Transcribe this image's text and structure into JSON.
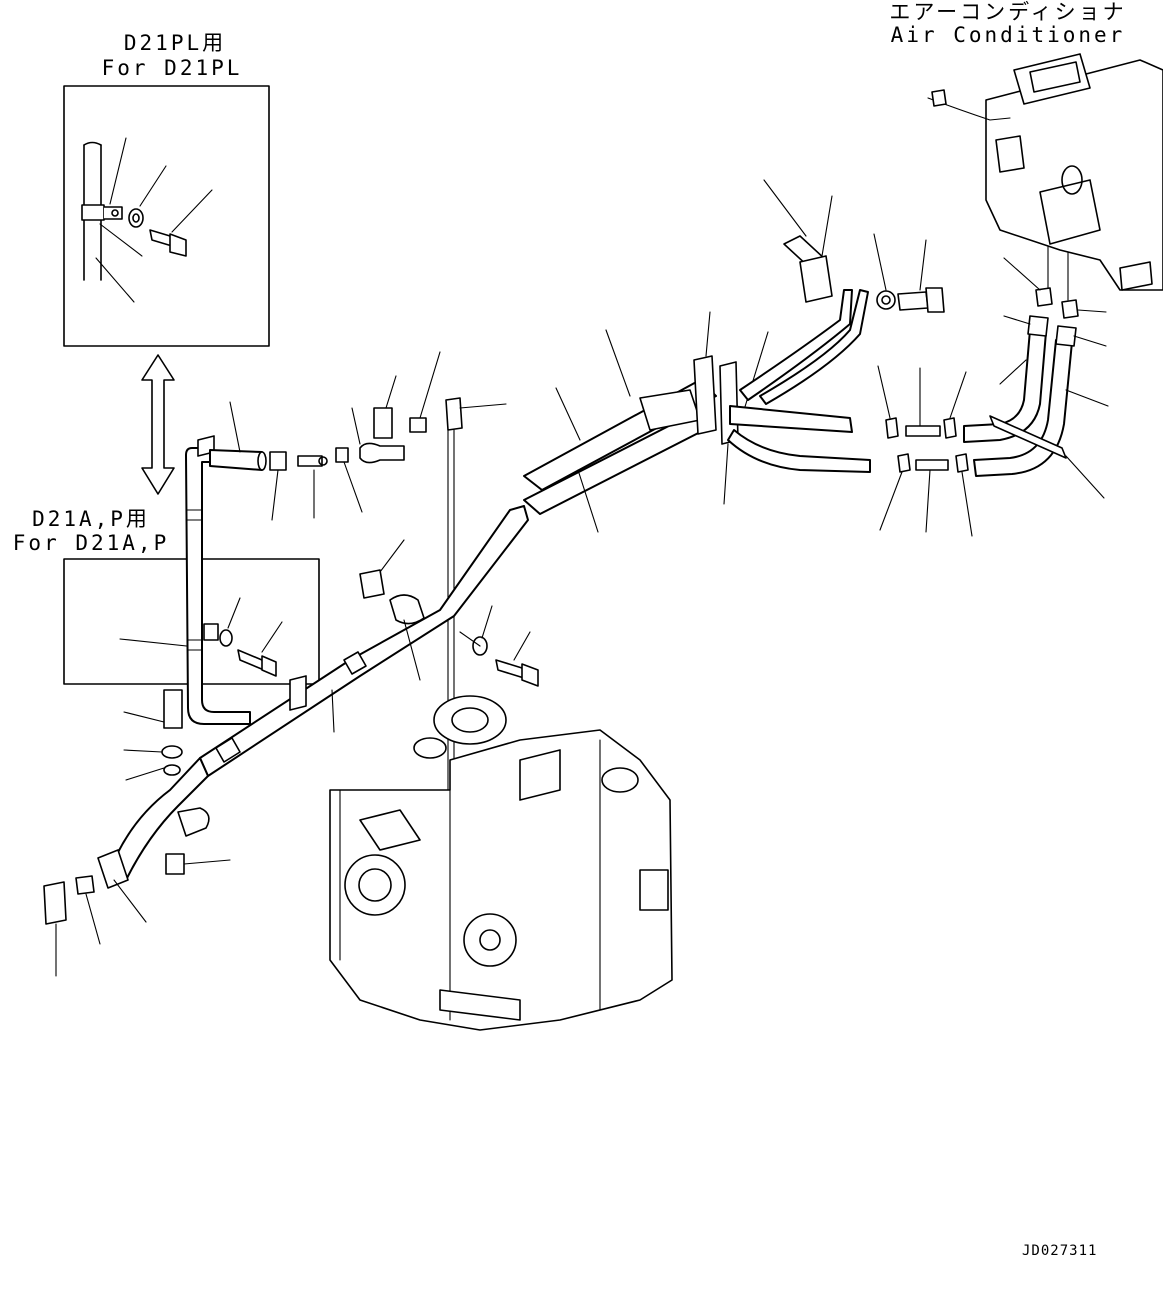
{
  "variant_d21pl": {
    "title_jp": "D21PL用",
    "title_en": "For D21PL"
  },
  "variant_d21ap": {
    "title_jp": "D21A,P用",
    "title_en": "For D21A,P"
  },
  "air_conditioner": {
    "title_jp": "エアーコンディショナ",
    "title_en": "Air Conditioner"
  },
  "drawing_code": "JD027311"
}
